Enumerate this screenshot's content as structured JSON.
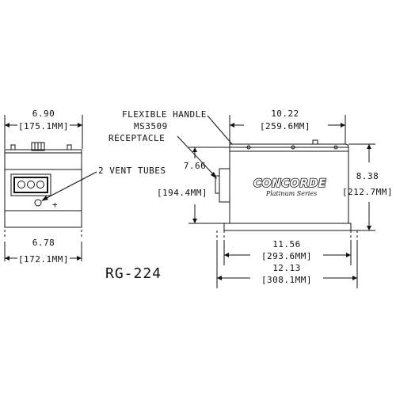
{
  "model": "RG-224",
  "brand": {
    "logo_text": "CONCORDE",
    "series_text": "Platinum Series"
  },
  "front_view": {
    "top_width": "6.90",
    "top_width_mm": "[175.1MM]",
    "bottom_width": "6.78",
    "bottom_width_mm": "[172.1MM]"
  },
  "side_view": {
    "top_width": "10.22",
    "top_width_mm": "[259.6MM]",
    "inner_height": "7.66",
    "inner_height_mm": "[194.4MM]",
    "outer_height": "8.38",
    "outer_height_mm": "[212.7MM]",
    "base_length": "11.56",
    "base_length_mm": "[293.6MM]",
    "overall_length": "12.13",
    "overall_length_mm": "[308.1MM]"
  },
  "callouts": {
    "flexible_handle": "FLEXIBLE HANDLE",
    "receptacle_line1": "MS3509",
    "receptacle_line2": "RECEPTACLE",
    "vent_tubes": "2 VENT TUBES",
    "plus_sign": "+"
  }
}
